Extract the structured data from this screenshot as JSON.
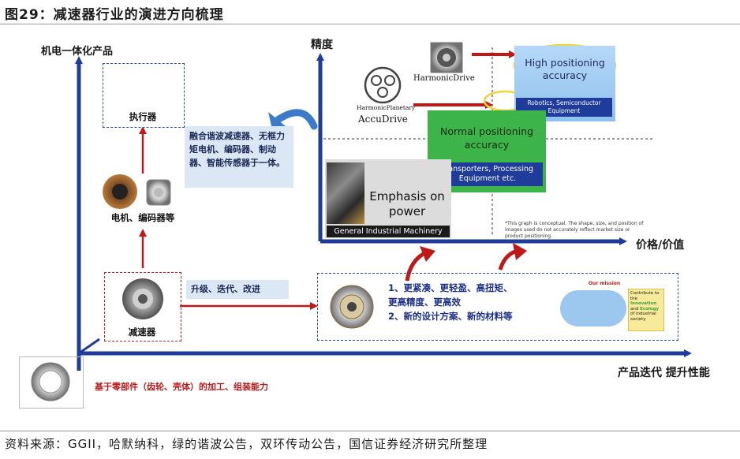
{
  "figure_title": "图29：减速器行业的演进方向梳理",
  "source_note": "资料来源：GGII，哈默纳科，绿的谐波公告，双环传动公告，国信证券经济研究所整理",
  "outer_axes": {
    "y_label": "机电一体化产品",
    "x_label": "产品迭代 提升性能"
  },
  "left_column": {
    "actuator_label": "执行器",
    "motor_label": "电机、编码器等",
    "reducer_label": "减速器",
    "base_label": "基于零部件（齿轮、壳体）的加工、组装能力"
  },
  "integration_note": "融合谐波减速器、无框力矩电机、编码器、制动器、智能传感器于一体。",
  "upgrade_label": "升级、迭代、改进",
  "improvement_list": [
    "1、更紧凑、更轻盈、高扭矩、",
    "更高精度、更高效",
    "2、新的设计方案、新的材料等"
  ],
  "inner_chart": {
    "y_label": "精度",
    "x_label": "价格/价值",
    "brand_harmonic": "HarmonicDrive",
    "brand_planetary_1": "HarmonicPlanetary",
    "brand_planetary_2": "AccuDrive",
    "high_title": "High positioning accuracy",
    "high_sub": "Robotics, Semiconductor Equipment",
    "normal_title": "Normal positioning accuracy",
    "normal_sub": "Transporters, Processing Equipment etc.",
    "power_title": "Emphasis on power",
    "power_sub": "General Industrial Machinery",
    "footnote": "*This graph is conceptual. The shape, size, and position of images used do not accurately reflect market size or product positioning."
  },
  "mission": {
    "title": "Our mission",
    "text_1": "Contribute to the",
    "text_2": "Innovation",
    "text_3": "and",
    "text_4": "Ecology",
    "text_5": "of industrial society"
  },
  "colors": {
    "axis_blue": "#1f3c9a",
    "arrow_red": "#c01818",
    "green_box": "#3cb44a",
    "light_blue_box": "#8fc1ee",
    "navy_bar": "#1f3c9a"
  }
}
